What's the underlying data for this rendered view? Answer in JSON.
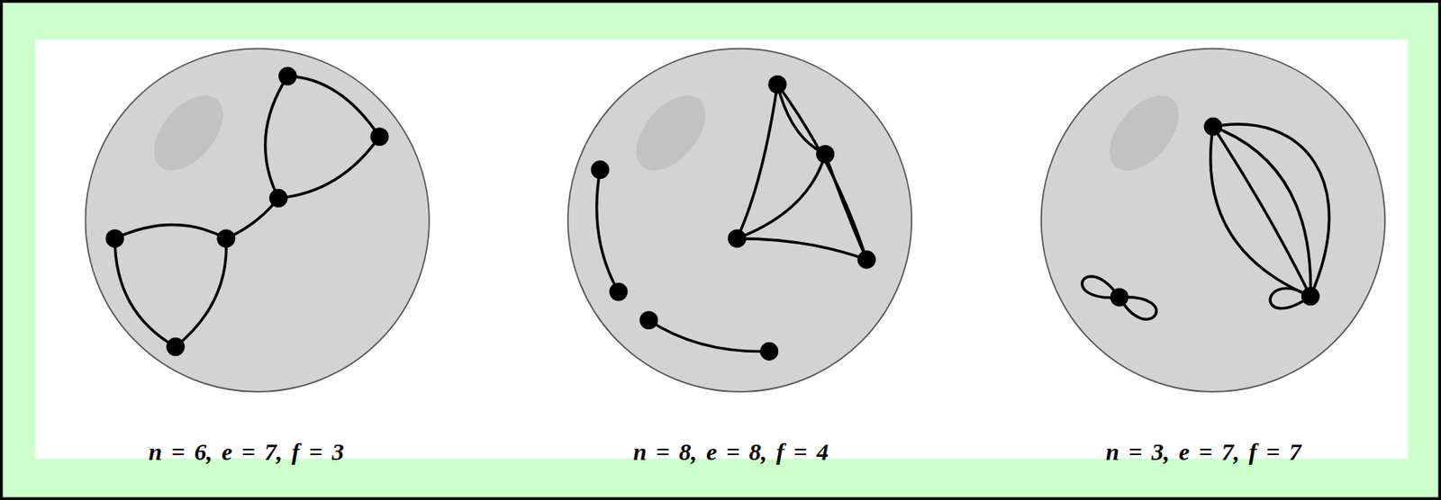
{
  "diagram": {
    "labels": [
      "n = 6, e = 7, f = 3",
      "n = 8, e = 8, f = 4",
      "n = 3, e = 7, f = 7"
    ]
  }
}
